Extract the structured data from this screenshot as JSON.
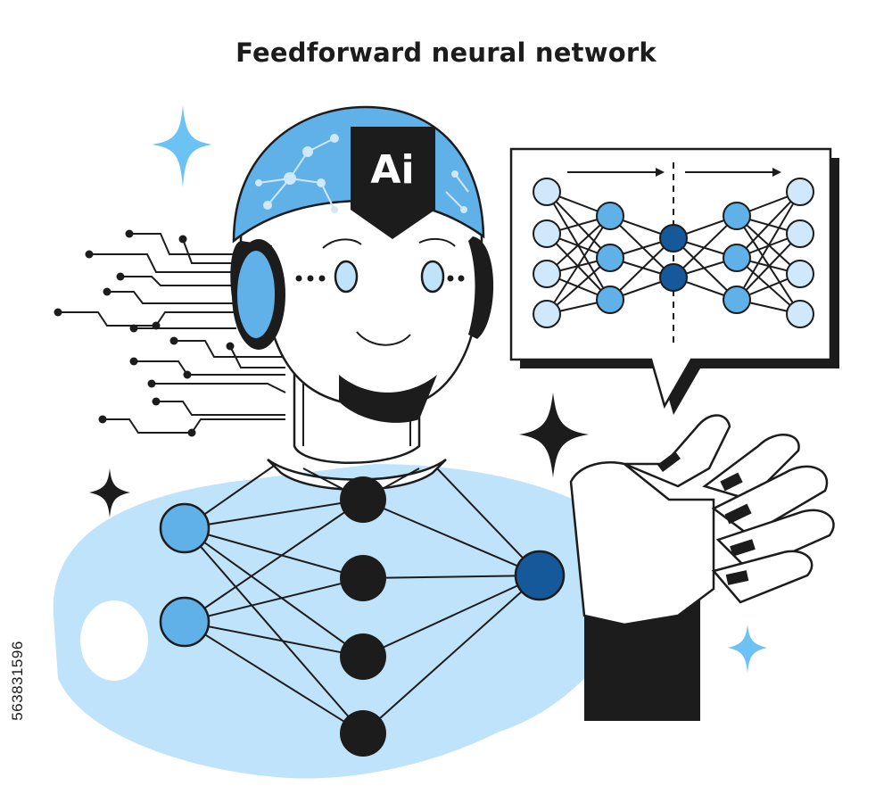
{
  "title": "Feedforward neural network",
  "badge_text": "Ai",
  "side_id": "563831596",
  "colors": {
    "ink": "#1c1c1c",
    "light_blue": "#bfe3fa",
    "mid_blue": "#5fb1e8",
    "dark_blue": "#15599a",
    "node_pale": "#cfe8fb",
    "sparkle": "#6cc2f2"
  },
  "icons": [
    "sparkle-icon",
    "ai-badge-icon",
    "headphones-icon",
    "circuit-lines-icon",
    "robot-hand-icon",
    "speech-bubble-icon"
  ]
}
